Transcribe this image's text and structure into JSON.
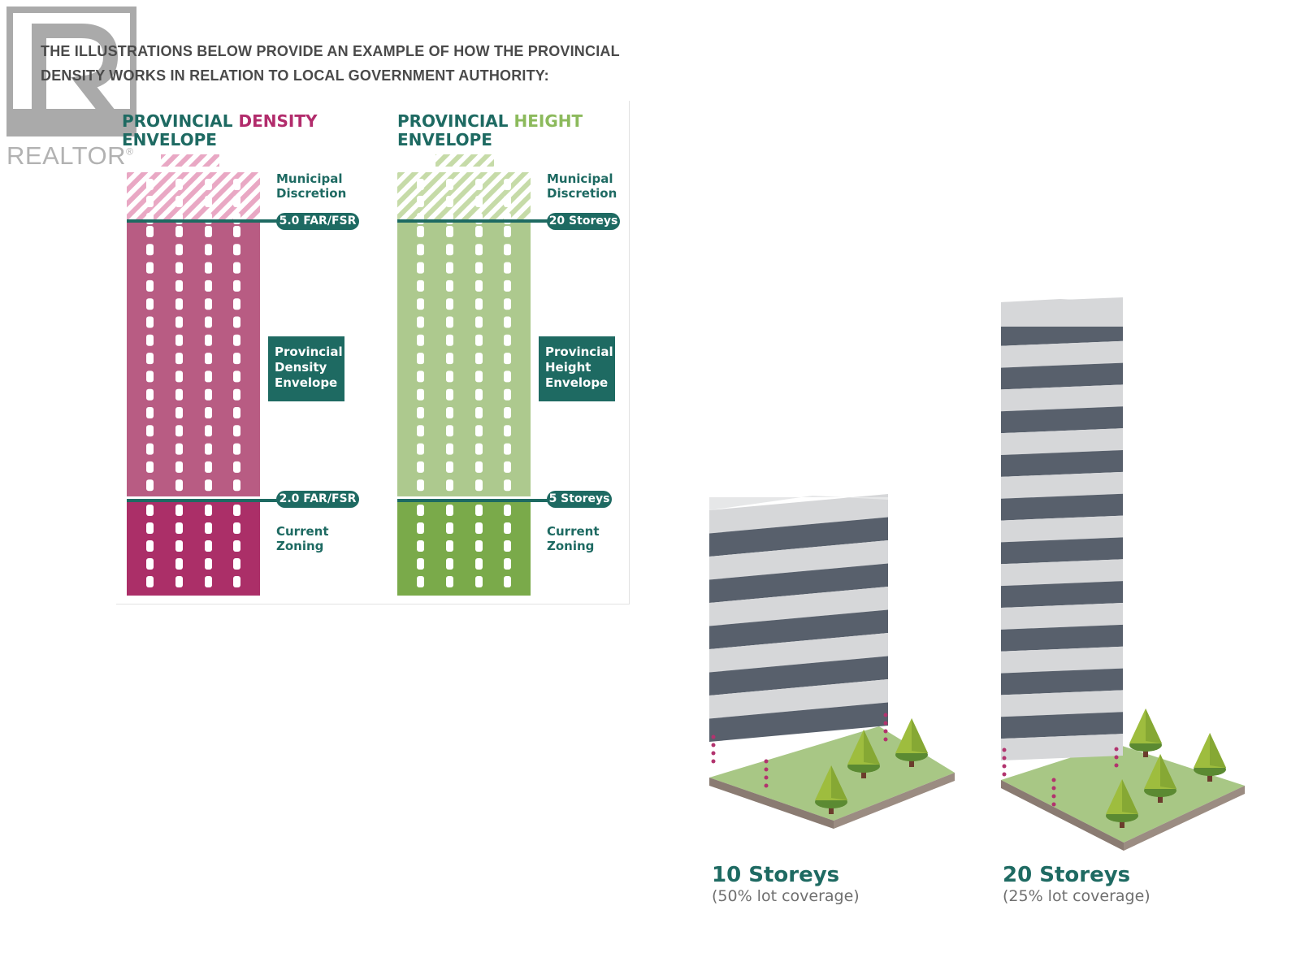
{
  "watermark": {
    "brand": "REALTOR",
    "mark": "®"
  },
  "intro": {
    "line1": "THE ILLUSTRATIONS BELOW PROVIDE AN EXAMPLE OF HOW THE PROVINCIAL",
    "line2": "DENSITY WORKS IN RELATION TO LOCAL GOVERNMENT AUTHORITY:"
  },
  "density_panel": {
    "title_part1": "PROVINCIAL",
    "title_part2": "DENSITY",
    "title_part3": "ENVELOPE",
    "top_label_line1": "Municipal",
    "top_label_line2": "Discretion",
    "upper_marker": "5.0 FAR/FSR",
    "box_line1": "Provincial",
    "box_line2": "Density",
    "box_line3": "Envelope",
    "lower_marker": "2.0 FAR/FSR",
    "bottom_label_line1": "Current",
    "bottom_label_line2": "Zoning",
    "colors": {
      "main": "#b85c83",
      "base": "#ab2f68",
      "hatch": "#e9a8c4"
    }
  },
  "height_panel": {
    "title_part1": "PROVINCIAL",
    "title_part2": "HEIGHT",
    "title_part3": "ENVELOPE",
    "top_label_line1": "Municipal",
    "top_label_line2": "Discretion",
    "upper_marker": "20 Storeys",
    "box_line1": "Provincial",
    "box_line2": "Height",
    "box_line3": "Envelope",
    "lower_marker": "5 Storeys",
    "bottom_label_line1": "Current",
    "bottom_label_line2": "Zoning",
    "colors": {
      "main": "#adc98e",
      "base": "#7aaa4a",
      "hatch": "#c6dba8"
    }
  },
  "buildings": [
    {
      "title": "10 Storeys",
      "subtitle": "(50% lot coverage)"
    },
    {
      "title": "20 Storeys",
      "subtitle": "(25% lot coverage)"
    }
  ],
  "colors": {
    "teal": "#1e6a62",
    "band_dark": "#58606c",
    "band_light": "#d6d7d9",
    "lawn": "#a8c785",
    "tree": "#9ebd3e"
  }
}
